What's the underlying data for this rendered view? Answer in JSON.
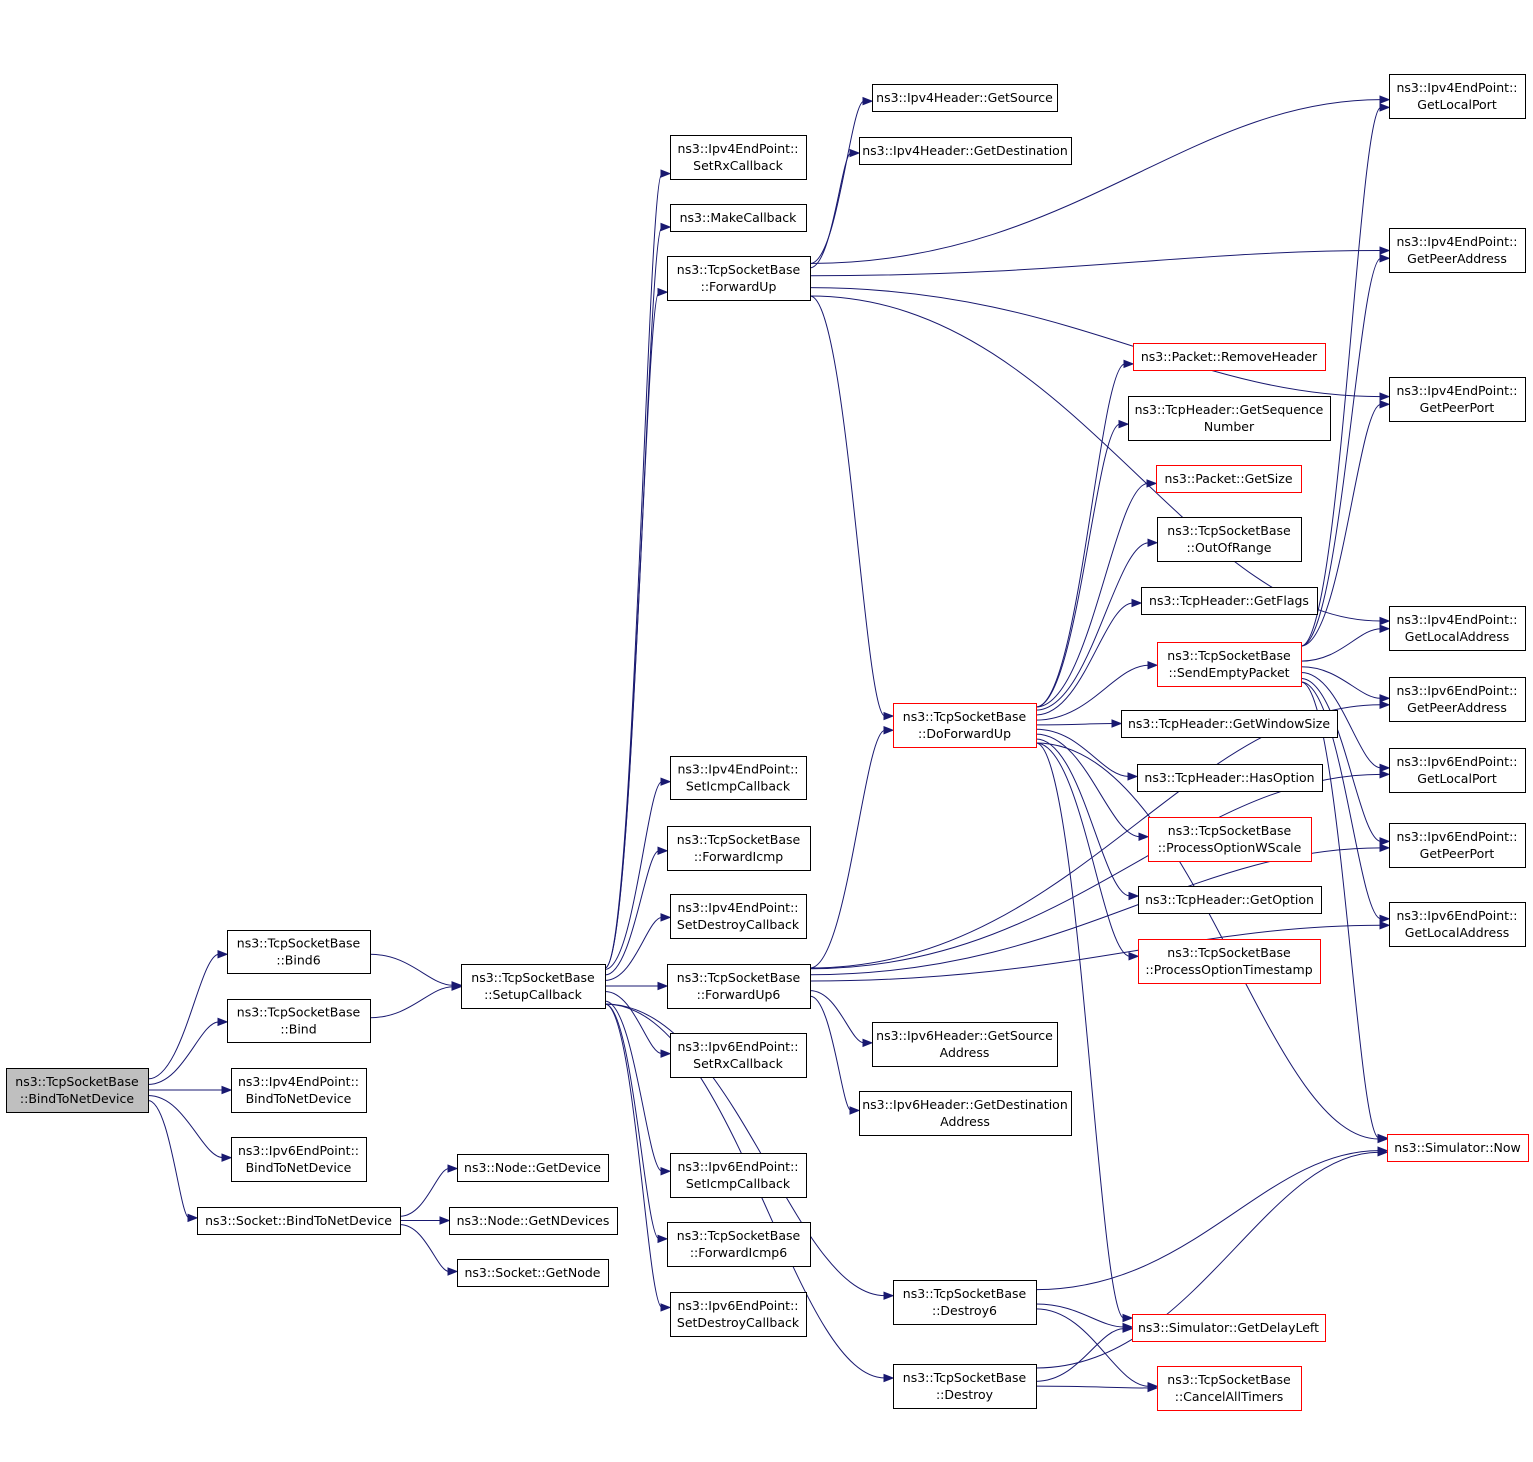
{
  "colors": {
    "edge": "#191970",
    "border": "#000000",
    "highlight_border": "#ff0000",
    "root_fill": "#bfbfbf"
  },
  "nodes": {
    "root": [
      "ns3::TcpSocketBase",
      "::BindToNetDevice"
    ],
    "bind6": [
      "ns3::TcpSocketBase",
      "::Bind6"
    ],
    "bind": [
      "ns3::TcpSocketBase",
      "::Bind"
    ],
    "ipv4_bindnd": [
      "ns3::Ipv4EndPoint::",
      "BindToNetDevice"
    ],
    "ipv6_bindnd": [
      "ns3::Ipv6EndPoint::",
      "BindToNetDevice"
    ],
    "socket_bindnd": [
      "ns3::Socket::BindToNetDevice"
    ],
    "node_getdevice": [
      "ns3::Node::GetDevice"
    ],
    "node_getndevices": [
      "ns3::Node::GetNDevices"
    ],
    "socket_getnode": [
      "ns3::Socket::GetNode"
    ],
    "setupcallback": [
      "ns3::TcpSocketBase",
      "::SetupCallback"
    ],
    "ipv4_setrx": [
      "ns3::Ipv4EndPoint::",
      "SetRxCallback"
    ],
    "makecallback": [
      "ns3::MakeCallback"
    ],
    "forwardup": [
      "ns3::TcpSocketBase",
      "::ForwardUp"
    ],
    "ipv4_seticmp": [
      "ns3::Ipv4EndPoint::",
      "SetIcmpCallback"
    ],
    "forwardicmp": [
      "ns3::TcpSocketBase",
      "::ForwardIcmp"
    ],
    "ipv4_setdestroy": [
      "ns3::Ipv4EndPoint::",
      "SetDestroyCallback"
    ],
    "forwardup6": [
      "ns3::TcpSocketBase",
      "::ForwardUp6"
    ],
    "ipv6_setrx": [
      "ns3::Ipv6EndPoint::",
      "SetRxCallback"
    ],
    "ipv6_seticmp": [
      "ns3::Ipv6EndPoint::",
      "SetIcmpCallback"
    ],
    "forwardicmp6": [
      "ns3::TcpSocketBase",
      "::ForwardIcmp6"
    ],
    "ipv6_setdestroy": [
      "ns3::Ipv6EndPoint::",
      "SetDestroyCallback"
    ],
    "ipv4h_getsource": [
      "ns3::Ipv4Header::GetSource"
    ],
    "ipv4h_getdest": [
      "ns3::Ipv4Header::GetDestination"
    ],
    "doforwardup": [
      "ns3::TcpSocketBase",
      "::DoForwardUp"
    ],
    "ipv6h_getsource": [
      "ns3::Ipv6Header::GetSource",
      "Address"
    ],
    "ipv6h_getdest": [
      "ns3::Ipv6Header::GetDestination",
      "Address"
    ],
    "destroy6": [
      "ns3::TcpSocketBase",
      "::Destroy6"
    ],
    "destroy": [
      "ns3::TcpSocketBase",
      "::Destroy"
    ],
    "packet_removeheader": [
      "ns3::Packet::RemoveHeader"
    ],
    "tcph_getseq": [
      "ns3::TcpHeader::GetSequence",
      "Number"
    ],
    "packet_getsize": [
      "ns3::Packet::GetSize"
    ],
    "outofrange": [
      "ns3::TcpSocketBase",
      "::OutOfRange"
    ],
    "tcph_getflags": [
      "ns3::TcpHeader::GetFlags"
    ],
    "sendemptypacket": [
      "ns3::TcpSocketBase",
      "::SendEmptyPacket"
    ],
    "tcph_getwindowsize": [
      "ns3::TcpHeader::GetWindowSize"
    ],
    "tcph_hasoption": [
      "ns3::TcpHeader::HasOption"
    ],
    "processwscale": [
      "ns3::TcpSocketBase",
      "::ProcessOptionWScale"
    ],
    "tcph_getoption": [
      "ns3::TcpHeader::GetOption"
    ],
    "processtimestamp": [
      "ns3::TcpSocketBase",
      "::ProcessOptionTimestamp"
    ],
    "sim_getdelayleft": [
      "ns3::Simulator::GetDelayLeft"
    ],
    "cancelalltimers": [
      "ns3::TcpSocketBase",
      "::CancelAllTimers"
    ],
    "ipv4_getlocalport": [
      "ns3::Ipv4EndPoint::",
      "GetLocalPort"
    ],
    "ipv4_getpeeraddress": [
      "ns3::Ipv4EndPoint::",
      "GetPeerAddress"
    ],
    "ipv4_getpeerport": [
      "ns3::Ipv4EndPoint::",
      "GetPeerPort"
    ],
    "ipv4_getlocaladdress": [
      "ns3::Ipv4EndPoint::",
      "GetLocalAddress"
    ],
    "ipv6_getpeeraddress": [
      "ns3::Ipv6EndPoint::",
      "GetPeerAddress"
    ],
    "ipv6_getlocalport": [
      "ns3::Ipv6EndPoint::",
      "GetLocalPort"
    ],
    "ipv6_getpeerport": [
      "ns3::Ipv6EndPoint::",
      "GetPeerPort"
    ],
    "ipv6_getlocaladdress": [
      "ns3::Ipv6EndPoint::",
      "GetLocalAddress"
    ],
    "sim_now": [
      "ns3::Simulator::Now"
    ]
  },
  "highlighted": [
    "doforwardup",
    "packet_removeheader",
    "packet_getsize",
    "sendemptypacket",
    "processwscale",
    "processtimestamp",
    "sim_getdelayleft",
    "cancelalltimers",
    "sim_now"
  ],
  "edges": [
    [
      "root",
      "bind6"
    ],
    [
      "root",
      "bind"
    ],
    [
      "root",
      "ipv4_bindnd"
    ],
    [
      "root",
      "ipv6_bindnd"
    ],
    [
      "root",
      "socket_bindnd"
    ],
    [
      "bind6",
      "setupcallback"
    ],
    [
      "bind",
      "setupcallback"
    ],
    [
      "socket_bindnd",
      "node_getdevice"
    ],
    [
      "socket_bindnd",
      "node_getndevices"
    ],
    [
      "socket_bindnd",
      "socket_getnode"
    ],
    [
      "setupcallback",
      "ipv4_setrx"
    ],
    [
      "setupcallback",
      "makecallback"
    ],
    [
      "setupcallback",
      "forwardup"
    ],
    [
      "setupcallback",
      "ipv4_seticmp"
    ],
    [
      "setupcallback",
      "forwardicmp"
    ],
    [
      "setupcallback",
      "ipv4_setdestroy"
    ],
    [
      "setupcallback",
      "forwardup6"
    ],
    [
      "setupcallback",
      "ipv6_setrx"
    ],
    [
      "setupcallback",
      "ipv6_seticmp"
    ],
    [
      "setupcallback",
      "forwardicmp6"
    ],
    [
      "setupcallback",
      "ipv6_setdestroy"
    ],
    [
      "setupcallback",
      "destroy6"
    ],
    [
      "setupcallback",
      "destroy"
    ],
    [
      "forwardup",
      "ipv4h_getsource"
    ],
    [
      "forwardup",
      "ipv4h_getdest"
    ],
    [
      "forwardup",
      "ipv4_getlocalport"
    ],
    [
      "forwardup",
      "ipv4_getpeeraddress"
    ],
    [
      "forwardup",
      "ipv4_getpeerport"
    ],
    [
      "forwardup",
      "ipv4_getlocaladdress"
    ],
    [
      "forwardup",
      "doforwardup"
    ],
    [
      "forwardup6",
      "ipv6h_getsource"
    ],
    [
      "forwardup6",
      "ipv6h_getdest"
    ],
    [
      "forwardup6",
      "doforwardup"
    ],
    [
      "forwardup6",
      "ipv6_getpeeraddress"
    ],
    [
      "forwardup6",
      "ipv6_getlocalport"
    ],
    [
      "forwardup6",
      "ipv6_getpeerport"
    ],
    [
      "forwardup6",
      "ipv6_getlocaladdress"
    ],
    [
      "doforwardup",
      "packet_removeheader"
    ],
    [
      "doforwardup",
      "tcph_getseq"
    ],
    [
      "doforwardup",
      "packet_getsize"
    ],
    [
      "doforwardup",
      "outofrange"
    ],
    [
      "doforwardup",
      "tcph_getflags"
    ],
    [
      "doforwardup",
      "sendemptypacket"
    ],
    [
      "doforwardup",
      "tcph_getwindowsize"
    ],
    [
      "doforwardup",
      "tcph_hasoption"
    ],
    [
      "doforwardup",
      "processwscale"
    ],
    [
      "doforwardup",
      "tcph_getoption"
    ],
    [
      "doforwardup",
      "processtimestamp"
    ],
    [
      "doforwardup",
      "sim_getdelayleft"
    ],
    [
      "doforwardup",
      "sim_now"
    ],
    [
      "sendemptypacket",
      "ipv4_getlocalport"
    ],
    [
      "sendemptypacket",
      "ipv4_getpeeraddress"
    ],
    [
      "sendemptypacket",
      "ipv4_getpeerport"
    ],
    [
      "sendemptypacket",
      "ipv4_getlocaladdress"
    ],
    [
      "sendemptypacket",
      "ipv6_getpeeraddress"
    ],
    [
      "sendemptypacket",
      "ipv6_getlocalport"
    ],
    [
      "sendemptypacket",
      "ipv6_getpeerport"
    ],
    [
      "sendemptypacket",
      "ipv6_getlocaladdress"
    ],
    [
      "sendemptypacket",
      "sim_now"
    ],
    [
      "destroy6",
      "sim_getdelayleft"
    ],
    [
      "destroy6",
      "cancelalltimers"
    ],
    [
      "destroy6",
      "sim_now"
    ],
    [
      "destroy",
      "sim_getdelayleft"
    ],
    [
      "destroy",
      "cancelalltimers"
    ],
    [
      "destroy",
      "sim_now"
    ]
  ]
}
